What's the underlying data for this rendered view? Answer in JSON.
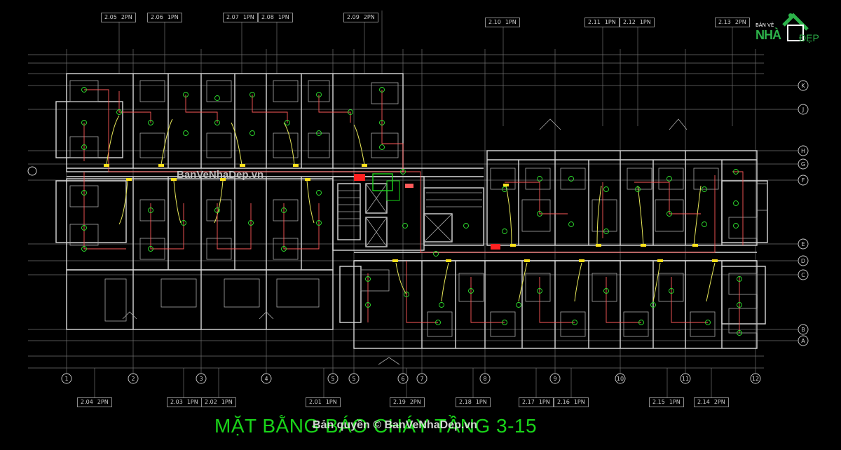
{
  "drawing_title": "MẶT BẰNG BÁO CHÁY TẦNG 3-15",
  "watermark_center": "BanVeNhaDep.vn",
  "watermark_bottom": "Bản quyền © BanVeNhaDep.vn",
  "logo": {
    "small_text": "BẢN VẼ",
    "nhi_text": "NHÀ",
    "dep_text": "ĐẸP",
    "icon": "house-icon"
  },
  "unit_tags_top": [
    {
      "code": "2.05",
      "type": "2PN"
    },
    {
      "code": "2.06",
      "type": "1PN"
    },
    {
      "code": "2.07",
      "type": "1PN"
    },
    {
      "code": "2.08",
      "type": "1PN"
    },
    {
      "code": "2.09",
      "type": "2PN"
    },
    {
      "code": "2.10",
      "type": "1PN"
    },
    {
      "code": "2.11",
      "type": "1PN"
    },
    {
      "code": "2.12",
      "type": "1PN"
    },
    {
      "code": "2.13",
      "type": "2PN"
    }
  ],
  "unit_tags_bottom": [
    {
      "code": "2.04",
      "type": "2PN"
    },
    {
      "code": "2.03",
      "type": "1PN"
    },
    {
      "code": "2.02",
      "type": "1PN"
    },
    {
      "code": "2.01",
      "type": "1PN"
    },
    {
      "code": "2.19",
      "type": "2PN"
    },
    {
      "code": "2.18",
      "type": "1PN"
    },
    {
      "code": "2.17",
      "type": "1PN"
    },
    {
      "code": "2.16",
      "type": "1PN"
    },
    {
      "code": "2.15",
      "type": "1PN"
    },
    {
      "code": "2.14",
      "type": "2PN"
    }
  ],
  "grid_axes_columns": [
    "1",
    "2",
    "3",
    "4",
    "5",
    "6",
    "7",
    "8",
    "9",
    "10",
    "11",
    "12"
  ],
  "grid_axes_rows": [
    "K",
    "J",
    "H",
    "G",
    "F",
    "E",
    "D",
    "C",
    "B",
    "A"
  ],
  "colors": {
    "wall": "#d9d9d9",
    "grid": "#7c7c7c",
    "wiring": "#ff5a5a",
    "detector": "#2ee02e",
    "alarm": "#ffe21a",
    "title": "#19d419"
  }
}
